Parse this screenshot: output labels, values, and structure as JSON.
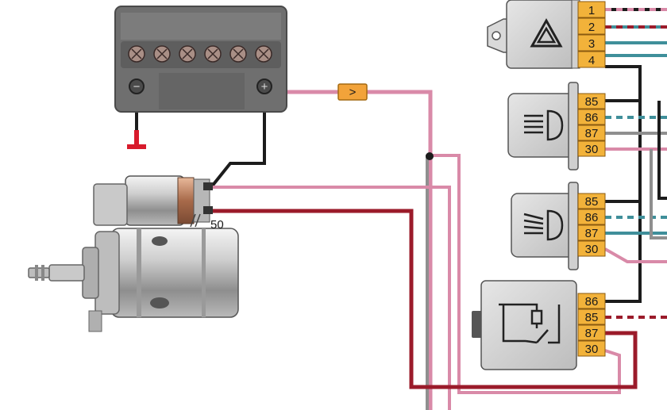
{
  "colors": {
    "background": "#ffffff",
    "battery_body": "#6f6f6f",
    "component_body": "#d3d3d3",
    "pin_fill": "#f2b23a",
    "fuse_fill": "#f2a33a",
    "wire_pink": "#d98aa8",
    "wire_dark_red": "#9b1b2a",
    "wire_black": "#1c1c1c",
    "wire_gray": "#8f8f8f",
    "wire_teal": "#3f8f9a",
    "ground_red": "#d81b2c"
  },
  "battery": {
    "icon": "battery-icon",
    "cell_count": 6,
    "negative_symbol": "−",
    "positive_symbol": "+"
  },
  "starter": {
    "icon": "starter-motor-icon",
    "terminal_label": "50"
  },
  "fuse": {
    "icon": "fuse-icon",
    "symbol": ">"
  },
  "ground": {
    "icon": "ground-symbol-icon"
  },
  "hazard_switch": {
    "icon": "hazard-triangle-icon",
    "pins": [
      "1",
      "2",
      "3",
      "4"
    ]
  },
  "relay_low_beam": {
    "icon": "low-beam-headlight-icon",
    "pins": [
      "85",
      "86",
      "87",
      "30"
    ]
  },
  "relay_high_beam": {
    "icon": "high-beam-headlight-icon",
    "pins": [
      "85",
      "86",
      "87",
      "30"
    ]
  },
  "relay_switch": {
    "icon": "relay-coil-switch-icon",
    "pins": [
      "86",
      "85",
      "87",
      "30"
    ]
  }
}
